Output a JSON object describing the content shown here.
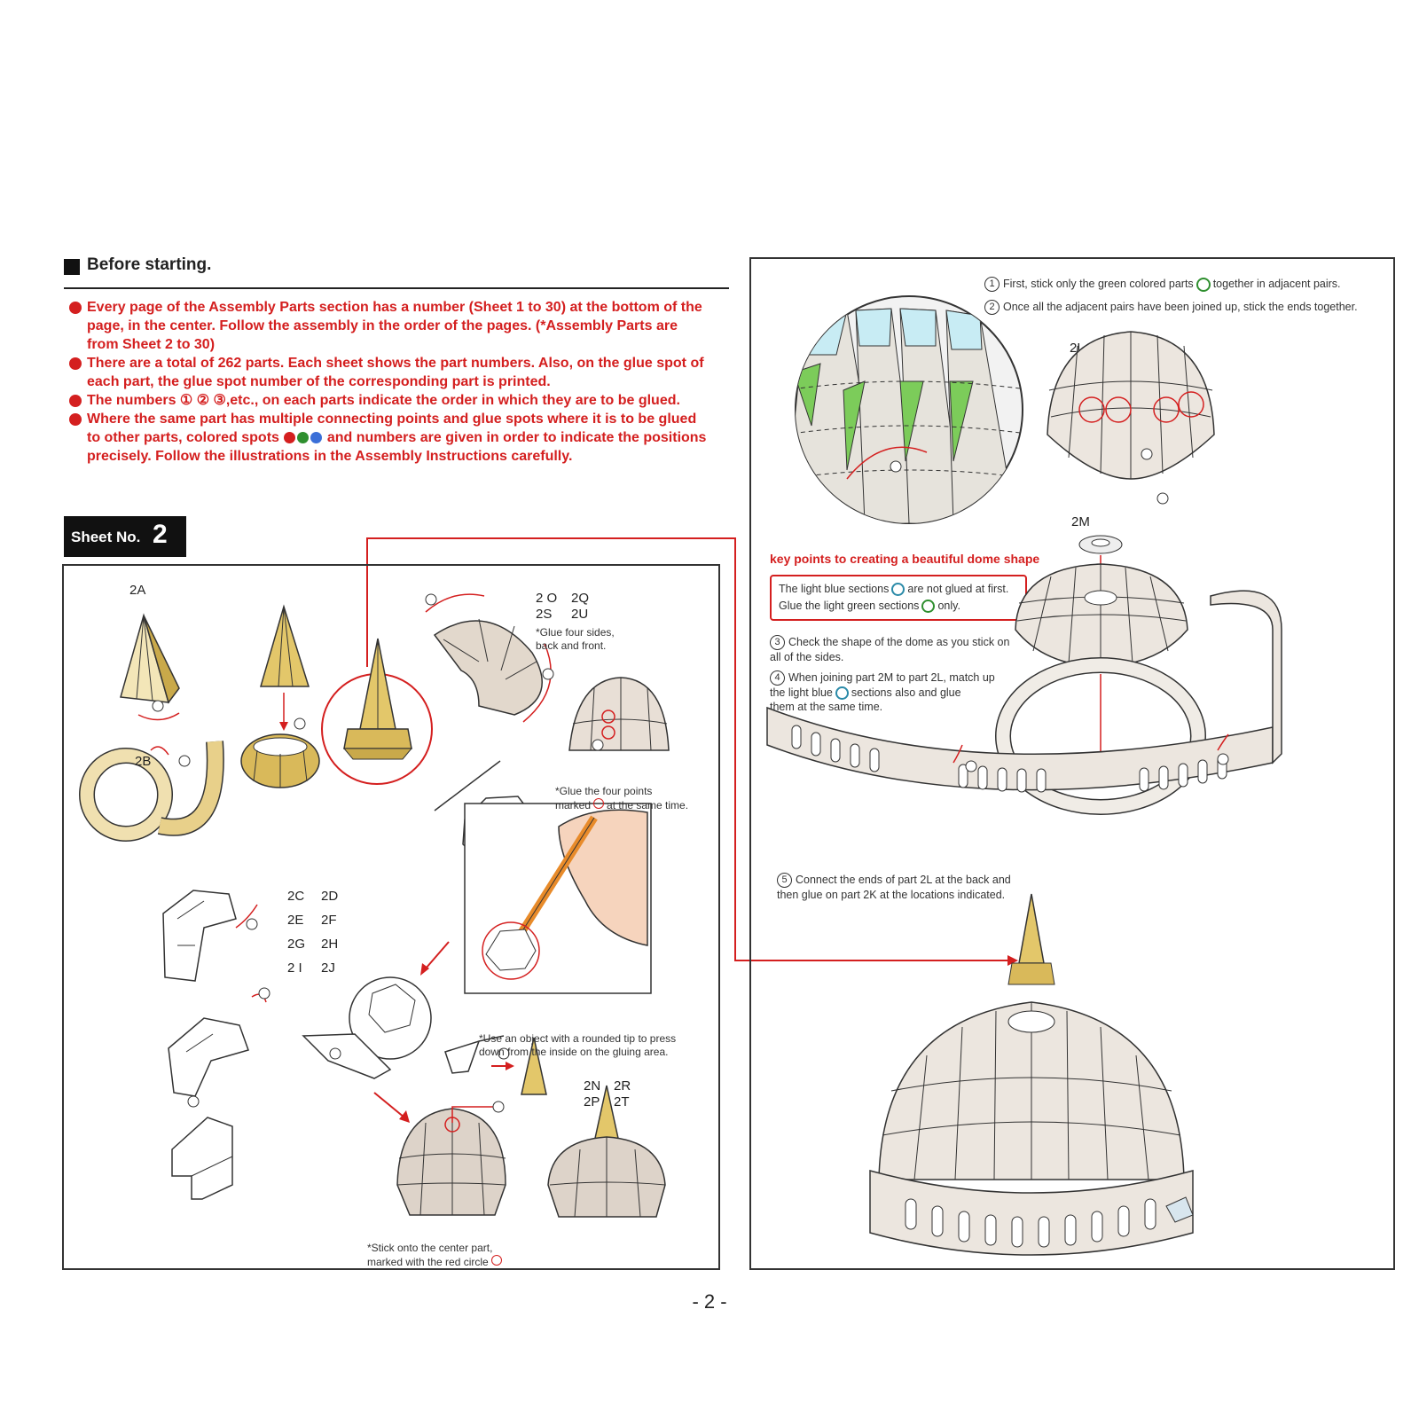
{
  "before_starting": {
    "title": "Before starting.",
    "notes": [
      "Every page of the Assembly Parts section has a number (Sheet 1 to 30) at the bottom of the page, in the center. Follow the assembly in the order of the pages. (*Assembly Parts are from Sheet 2 to 30)",
      "There are a total of 262 parts.  Each sheet shows the part numbers. Also, on the glue spot of each part, the glue spot number of the corresponding part is printed.",
      "The numbers ① ② ③,etc., on each parts indicate the order in which they are to be glued.",
      "Where the same part has multiple connecting points and glue spots where it is to be glued to other parts, colored spots",
      "and numbers are given in order to indicate the positions precisely. Follow the illustrations in the Assembly Instructions carefully."
    ],
    "spot_colors": [
      "#d41f1f",
      "#2f8f2f",
      "#3a6fd8"
    ]
  },
  "sheet": {
    "label": "Sheet No.",
    "number": "2"
  },
  "left_panel": {
    "part_2A": "2A",
    "part_2B": "2B",
    "parts_group_1": [
      "2 O",
      "2Q",
      "2S",
      "2U"
    ],
    "glue_four_sides": "*Glue four sides,\nback and front.",
    "glue_four_points": "*Glue the four points\nmarked",
    "glue_four_points_tail": "at the same time.",
    "parts_group_2": [
      "2C",
      "2D",
      "2E",
      "2F",
      "2G",
      "2H",
      "2 I",
      "2J"
    ],
    "rounded_tip_note": "*Use an object with a rounded tip to press\ndown from the inside on the gluing area.",
    "parts_group_3": [
      "2N",
      "2R",
      "2P",
      "2T"
    ],
    "stick_center_note": "*Stick onto the center part,\nmarked with the red circle"
  },
  "right_panel": {
    "step1": "First, stick only the green colored parts",
    "step1_tail": "together in adjacent pairs.",
    "step2": "Once all the adjacent pairs have been joined up, stick the ends together.",
    "part_2L": "2L",
    "part_2M": "2M",
    "part_2K": "2K",
    "key_points_title": "key points to creating a beautiful dome shape",
    "key_line1": "The light blue sections",
    "key_line1_tail": "are not glued at first.",
    "key_line2": "Glue the light green sections",
    "key_line2_tail": "only.",
    "step3": "Check the shape of the dome as you stick on\nall of the sides.",
    "step4": "When joining part 2M to part 2L, match up\nthe light blue",
    "step4_tail": "sections also and glue\nthem at the same time.",
    "step5": "Connect the ends of part 2L at the back and\nthen glue on part 2K at the locations indicated."
  },
  "page_number": "- 2 -"
}
